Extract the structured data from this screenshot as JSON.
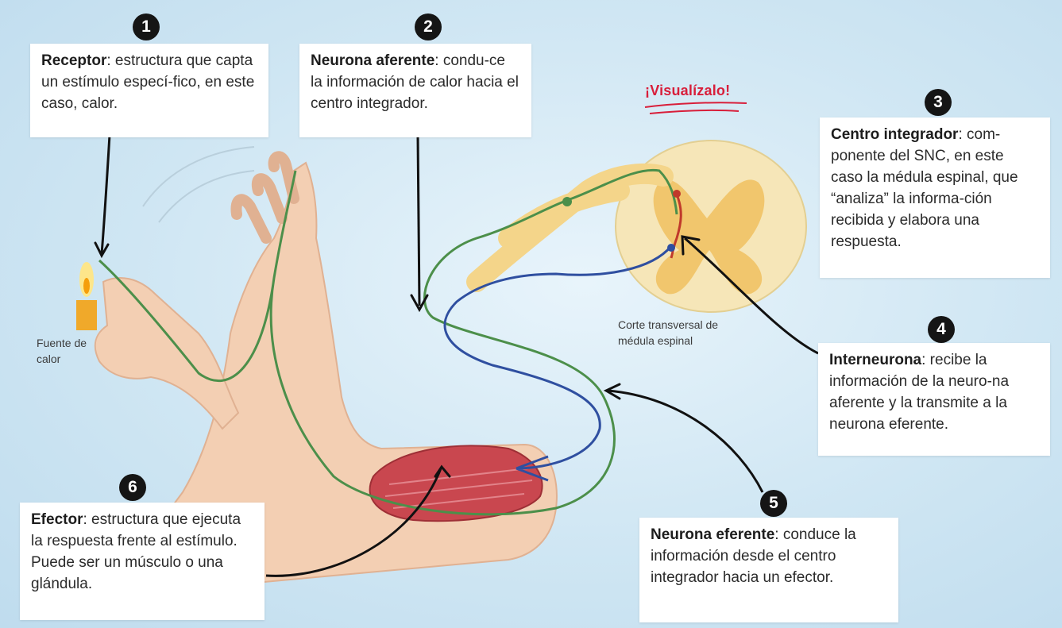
{
  "steps": [
    {
      "number": "1",
      "term": "Receptor",
      "description": ": estructura que capta un estímulo especí-fico, en este caso, calor."
    },
    {
      "number": "2",
      "term": "Neurona aferente",
      "description": ": condu-ce la información de calor hacia el centro integrador."
    },
    {
      "number": "3",
      "term": "Centro integrador",
      "description": ": com-ponente del SNC, en este caso la médula espinal, que “analiza” la informa-ción recibida y elabora una respuesta."
    },
    {
      "number": "4",
      "term": "Interneurona",
      "description": ": recibe la información de la neuro-na aferente y la transmite a la neurona eferente."
    },
    {
      "number": "5",
      "term": "Neurona eferente",
      "description": ": conduce la información desde el centro integrador hacia un efector."
    },
    {
      "number": "6",
      "term": "Efector",
      "description": ": estructura que ejecuta la respuesta frente al estímulo. Puede ser un músculo o una glándula."
    }
  ],
  "labels": {
    "heat_source": "Fuente de calor",
    "spinal_section": "Corte transversal de médula espinal",
    "visualize": "¡Visualízalo!"
  },
  "colors": {
    "afferent_neuron": "#4c8f4a",
    "efferent_neuron": "#2f4fa0",
    "interneuron": "#c0392b",
    "muscle": "#c9474f",
    "skin": "#f3cfb3",
    "spinal_gray": "#f1c66d",
    "badge": "#151515",
    "accent": "#d81e3a"
  }
}
